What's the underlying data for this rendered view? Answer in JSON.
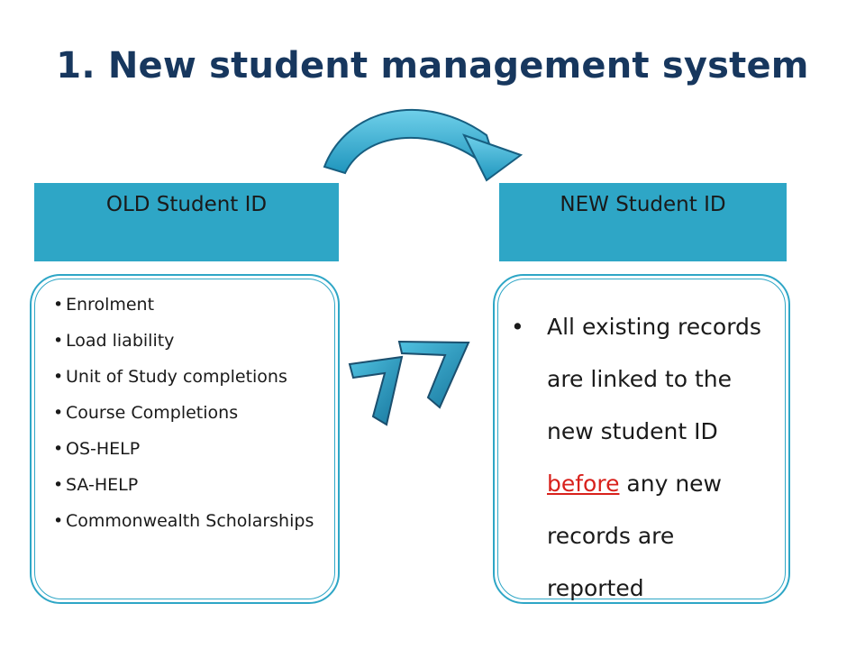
{
  "title": "1. New student management system",
  "old": {
    "header": "OLD Student ID",
    "items": [
      "Enrolment",
      "Load liability",
      "Unit of Study completions",
      "Course Completions",
      "OS-HELP",
      "SA-HELP",
      "Commonwealth Scholarships"
    ]
  },
  "new": {
    "header": "NEW Student ID",
    "text_before": "All existing records are linked to the new student ID ",
    "highlight": "before",
    "text_after": " any new records are reported"
  },
  "colors": {
    "title": "#17375e",
    "accent": "#2ea6c6",
    "highlight": "#d8211c"
  },
  "icons": [
    "curved-arrow-icon",
    "chevron-arrow-icon"
  ]
}
